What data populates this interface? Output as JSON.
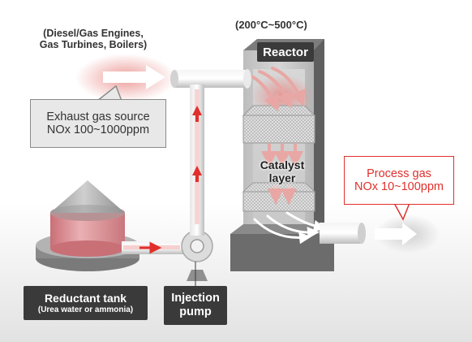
{
  "sources": {
    "line1": "(Diesel/Gas Engines,",
    "line2": "Gas Turbines, Boilers)"
  },
  "temperature": "(200°C~500°C)",
  "reactor_label": "Reactor",
  "exhaust": {
    "line1": "Exhaust gas source",
    "line2": "NOx 100~1000ppm"
  },
  "catalyst": {
    "line1": "Catalyst",
    "line2": "layer"
  },
  "process": {
    "line1": "Process gas",
    "line2": "NOx 10~100ppm"
  },
  "tank": {
    "line1": "Reductant tank",
    "line2": "(Urea water or ammonia)"
  },
  "pump": {
    "line1": "Injection",
    "line2": "pump"
  },
  "colors": {
    "accent_red": "#e0302c",
    "label_dark": "#3a3a3a",
    "tank_pink": "#e7a3a7"
  }
}
